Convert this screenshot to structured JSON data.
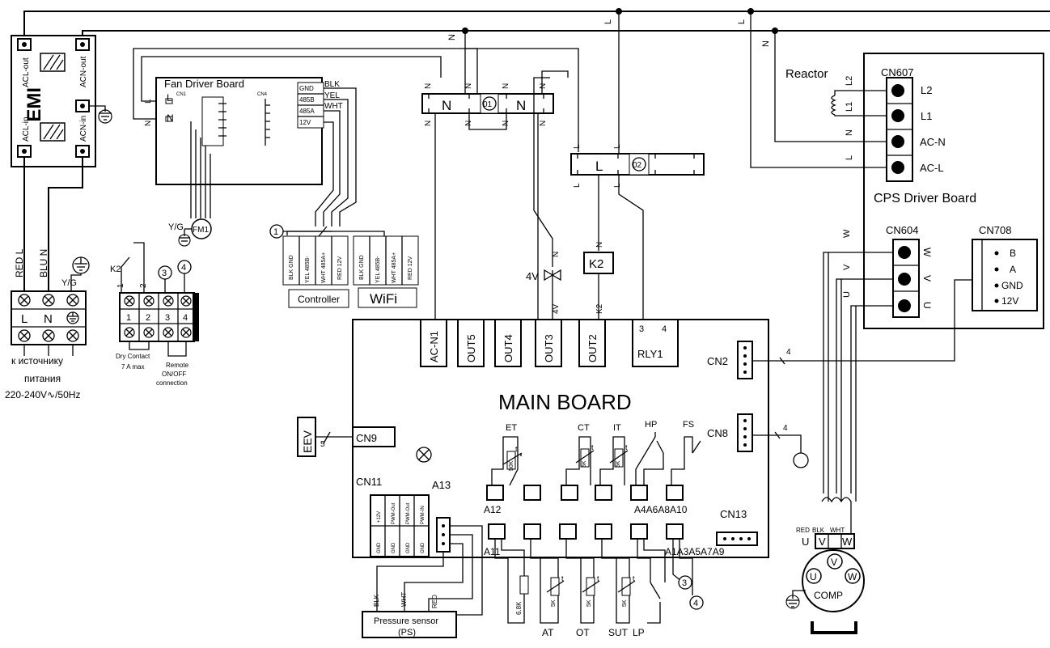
{
  "labels": {
    "emi": "EMI",
    "acl_out": "ACL-out",
    "acn_out": "ACN-out",
    "acl_in": "ACL-in",
    "acn_in": "ACN-in",
    "fan_driver_board": "Fan Driver Board",
    "cn1": "CN1",
    "cn4": "CN4",
    "gnd": "GND",
    "b485": "485B",
    "a485": "485A",
    "v12": "12V",
    "blk": "BLK",
    "yel": "YEL",
    "wht": "WHT",
    "l": "L",
    "n": "N",
    "yg": "Y/G",
    "fm1": "FM1",
    "red_l": "RED L",
    "blu_n": "BLU N",
    "power_src_line1": "к источнику",
    "power_src_line2": "питания",
    "power_spec": "220-240V∿/50Hz",
    "k2": "K2",
    "t1": "1",
    "t2": "2",
    "t3": "3",
    "t4": "4",
    "dry_contact": "Dry Contact",
    "dry_rating": "7 A max",
    "remote1": "Remote",
    "remote2": "ON/OFF",
    "remote3": "connection",
    "circle1": "1",
    "blk_gnd": "BLK GND",
    "yel_485b": "YEL 485B-",
    "wht_485a": "WHT 485A+",
    "red_12v": "RED 12V",
    "controller": "Controller",
    "wifi": "WiFi",
    "reactor": "Reactor",
    "cn607": "CN607",
    "l2": "L2",
    "l1": "L1",
    "ac_n": "AC-N",
    "ac_l": "AC-L",
    "cps_driver_board": "CPS Driver Board",
    "cn604": "CN604",
    "cn708": "CN708",
    "w": "W",
    "v": "V",
    "u": "U",
    "b": "B",
    "a": "A",
    "v4": "4V",
    "main_board": "MAIN BOARD",
    "ac_n1": "AC-N1",
    "out5": "OUT5",
    "out4": "OUT4",
    "out3": "OUT3",
    "out2": "OUT2",
    "rly1": "RLY1",
    "cn2": "CN2",
    "cn8": "CN8",
    "cn9": "CN9",
    "cn11": "CN11",
    "cn13": "CN13",
    "eev": "EEV",
    "five": "5",
    "four": "4",
    "et": "ET",
    "ct": "CT",
    "it": "IT",
    "hp": "HP",
    "fs": "FS",
    "r50k": "50K",
    "r5k": "5K",
    "r68k": "6.8K",
    "tsym": "t",
    "a12": "A12",
    "a13": "A13",
    "a11": "A11",
    "a4a6a8a10": "A4A6A8A10",
    "a1a3a5a7a9": "A1A3A5A7A9",
    "at": "AT",
    "ot": "OT",
    "sut": "SUT",
    "lp": "LP",
    "ps1": "Pressure sensor",
    "ps2": "(PS)",
    "red": "RED",
    "comp": "COMP",
    "cn11_pins_top": [
      "+12V",
      "PWM-Out",
      "PWM-Out",
      "PWM-IN"
    ],
    "cn11_pins_bot": [
      "GND",
      "GND",
      "GND",
      "GND"
    ],
    "q01": "01",
    "q02": "02"
  }
}
